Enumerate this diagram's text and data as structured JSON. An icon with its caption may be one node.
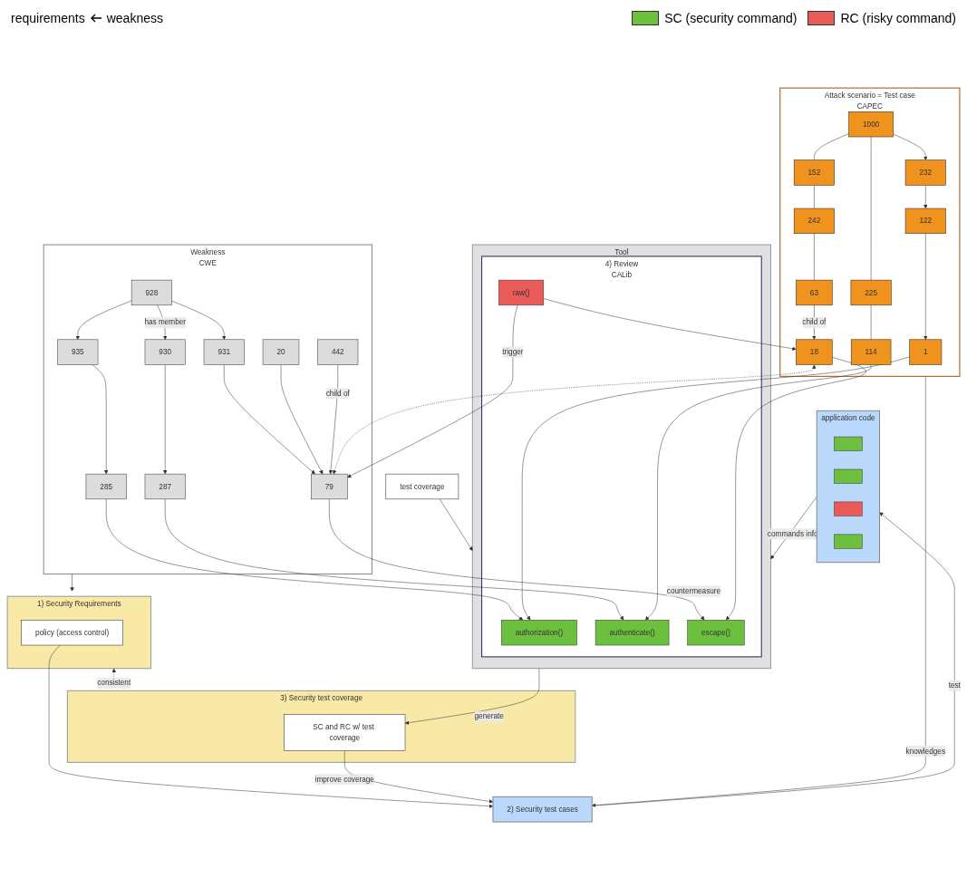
{
  "diagram": {
    "nodes": [
      {
        "text": [
          "1) Security Requirements"
        ]
      },
      {
        "text": [
          "policy (access control)"
        ],
        "in": 0
      },
      {
        "text": [
          "2) Security test cases"
        ]
      },
      {
        "text": [
          "test coverage"
        ]
      },
      {
        "text": [
          "3) Security test coverage"
        ]
      },
      {
        "text": [
          "SC and RC w/ test coverage"
        ],
        "in": 4
      },
      {
        "text": [
          "application code"
        ]
      },
      {
        "text": [],
        "shape": "box",
        "in": 6
      },
      {
        "text": [],
        "shape": "box",
        "in": 6
      },
      {
        "text": [],
        "shape": "box",
        "in": 6
      },
      {
        "text": [],
        "shape": "box",
        "in": 6
      },
      {
        "text": [
          "Tool"
        ]
      },
      {
        "text": [
          "4) Review",
          "CALib"
        ],
        "in": 11
      },
      {
        "text": [
          "authorization()"
        ],
        "in": 12
      },
      {
        "text": [
          "authenticate()"
        ],
        "in": 12
      },
      {
        "text": [
          "escape()"
        ],
        "in": 12
      },
      {
        "text": [
          "raw()"
        ],
        "in": 12
      },
      {
        "text": [
          "Weakness",
          "CWE"
        ]
      },
      {
        "text": [
          "935"
        ],
        "in": 17
      },
      {
        "text": [
          "285"
        ],
        "in": 17
      },
      {
        "text": [
          "930"
        ],
        "in": 17
      },
      {
        "text": [
          "287"
        ],
        "in": 17
      },
      {
        "text": [
          "928"
        ],
        "in": 17
      },
      {
        "text": [
          "931"
        ],
        "in": 17
      },
      {
        "text": [
          "20"
        ],
        "in": 17
      },
      {
        "text": [
          "79"
        ],
        "in": 17
      },
      {
        "text": [
          "442"
        ],
        "in": 17
      },
      {
        "text": [
          "Attack scenario = Test case",
          "CAPEC"
        ]
      },
      {
        "text": [
          "1"
        ],
        "in": 27
      },
      {
        "text": [
          "122"
        ],
        "in": 27
      },
      {
        "text": [
          "232"
        ],
        "in": 27
      },
      {
        "text": [
          "114"
        ],
        "in": 27
      },
      {
        "text": [
          "225"
        ],
        "in": 27
      },
      {
        "text": [
          "1000"
        ],
        "in": 27
      },
      {
        "text": [
          "152"
        ],
        "in": 27
      },
      {
        "text": [
          "242"
        ],
        "in": 27
      },
      {
        "text": [
          "18"
        ],
        "in": 27
      },
      {
        "text": [
          "63"
        ],
        "in": 27
      }
    ],
    "edges": [
      {
        "from": 0,
        "to": 4,
        "arrow": "both",
        "style": "dashed",
        "label": "consistent"
      },
      {
        "from": 1,
        "to": 2,
        "arrow": "to"
      },
      {
        "from": 5,
        "to": 2,
        "arrow": "to",
        "label": "improve coverage"
      },
      {
        "from": 2,
        "to": 6,
        "arrow": "to",
        "label": "test"
      },
      {
        "from": 3,
        "to": 11,
        "arrow": "to"
      },
      {
        "from": 6,
        "to": 11,
        "arrow": "to",
        "label": "commands info."
      },
      {
        "from": 11,
        "to": 5,
        "arrow": "to",
        "label": "generate"
      },
      {
        "from": 27,
        "to": 2,
        "arrow": "to",
        "label": "knowledges"
      },
      {
        "from": 17,
        "to": 0,
        "arrow": "to"
      },
      {
        "from": 22,
        "to": 18,
        "arrow": "to"
      },
      {
        "from": 22,
        "to": 20,
        "arrow": "to",
        "label": "has member"
      },
      {
        "from": 22,
        "to": 23,
        "arrow": "to"
      },
      {
        "from": 18,
        "to": 19,
        "arrow": "to"
      },
      {
        "from": 20,
        "to": 21,
        "arrow": "to"
      },
      {
        "from": 19,
        "to": 13,
        "arrow": "to"
      },
      {
        "from": 21,
        "to": 14,
        "arrow": "to"
      },
      {
        "from": 23,
        "to": 25,
        "arrow": "to"
      },
      {
        "from": 24,
        "to": 25,
        "arrow": "to"
      },
      {
        "from": 26,
        "to": 25,
        "arrow": "to",
        "label": "child of"
      },
      {
        "from": 25,
        "to": 15,
        "arrow": "to",
        "label": "countermeasure"
      },
      {
        "from": 36,
        "to": 15,
        "arrow": "to"
      },
      {
        "from": 36,
        "to": 25,
        "arrow": "both",
        "style": "dashed"
      },
      {
        "from": 16,
        "to": 25,
        "arrow": "to",
        "label": "trigger"
      },
      {
        "from": 16,
        "to": 36,
        "arrow": "to"
      },
      {
        "from": 28,
        "to": 13,
        "arrow": "to"
      },
      {
        "from": 31,
        "to": 14,
        "arrow": "to"
      },
      {
        "from": 29,
        "to": 28,
        "arrow": "to"
      },
      {
        "from": 30,
        "to": 29,
        "arrow": "to"
      },
      {
        "from": 32,
        "to": 31,
        "arrow": "none"
      },
      {
        "from": 33,
        "to": 32,
        "arrow": "none"
      },
      {
        "from": 33,
        "to": 30,
        "arrow": "to"
      },
      {
        "from": 33,
        "to": 34,
        "arrow": "none"
      },
      {
        "from": 34,
        "to": 35,
        "arrow": "none"
      },
      {
        "from": 35,
        "to": 37,
        "arrow": "none"
      },
      {
        "from": 37,
        "to": 36,
        "arrow": "to",
        "label": "child of"
      }
    ],
    "labels": [
      "requirements",
      "weakness"
    ],
    "legend": [
      {
        "text": "SC (security command)",
        "color": "#6dbf3e"
      },
      {
        "text": "RC (risky command)",
        "color": "#e85b58"
      }
    ]
  }
}
